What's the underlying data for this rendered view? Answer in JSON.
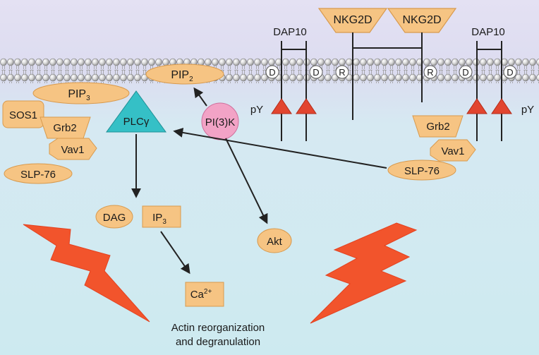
{
  "colors": {
    "background_top": "#e3e0f2",
    "background_bottom": "#cfeaf1",
    "membrane": "#9a9a9a",
    "protein": "#f6c483",
    "protein_stroke": "#d89a4e",
    "plc": "#35c0c6",
    "pi3k": "#f2a3c6",
    "py_triangle": "#e2452f",
    "bolt": "#f2542c"
  },
  "labels": {
    "nkg2d_left": "NKG2D",
    "nkg2d_right": "NKG2D",
    "dap10_left": "DAP10",
    "dap10_right": "DAP10",
    "py_left": "pY",
    "py_right": "pY",
    "pip2_main": "PIP",
    "pip2_sub": "2",
    "pip3_main": "PIP",
    "pip3_sub": "3",
    "plc": "PLCγ",
    "pi3k": "PI(3)K",
    "sos1": "SOS1",
    "grb2_left": "Grb2",
    "vav1_left": "Vav1",
    "slp76_left": "SLP-76",
    "grb2_right": "Grb2",
    "vav1_right": "Vav1",
    "slp76_right": "SLP-76",
    "dag": "DAG",
    "ip3_main": "IP",
    "ip3_sub": "3",
    "akt": "Akt",
    "ca_main": "Ca",
    "ca_sup": "2+",
    "actin_line1": "Actin reorganization",
    "actin_line2": "and degranulation"
  },
  "residues": {
    "d": "D",
    "r": "R"
  }
}
